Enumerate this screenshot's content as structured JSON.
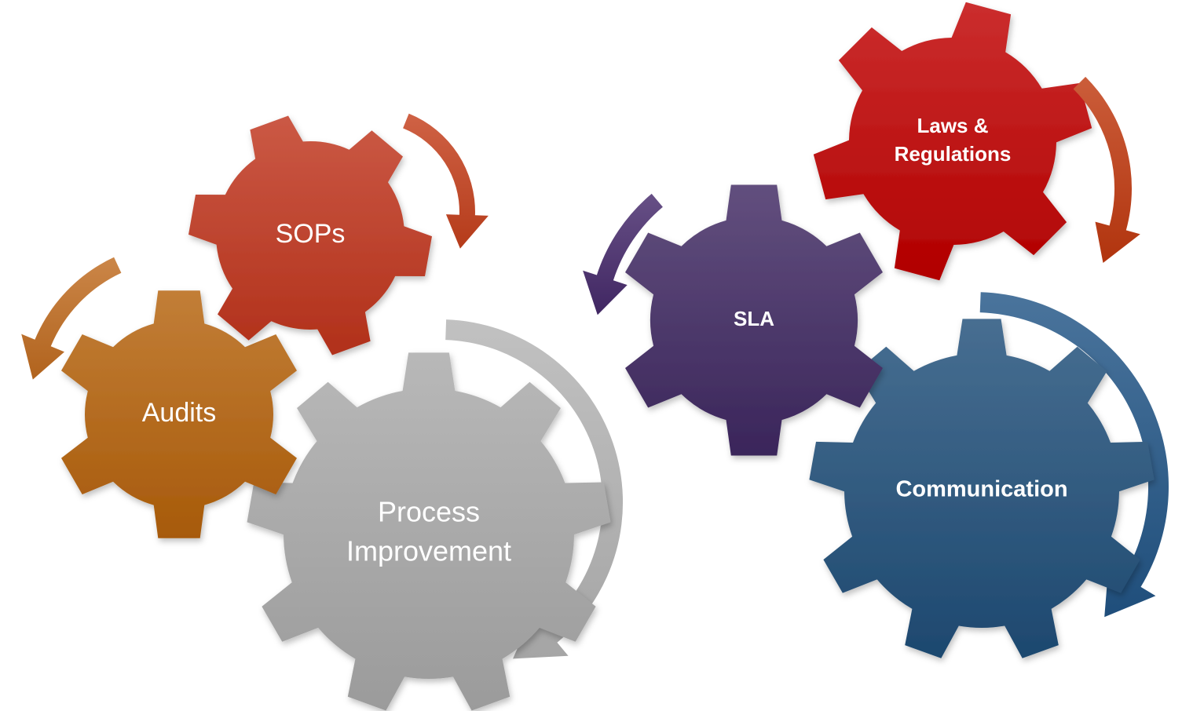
{
  "diagram": {
    "gears": [
      {
        "id": "sops",
        "lines": [
          "SOPs"
        ],
        "color": "#c0341c",
        "weight": "normal"
      },
      {
        "id": "audits",
        "lines": [
          "Audits"
        ],
        "color": "#b5620b",
        "weight": "normal"
      },
      {
        "id": "process",
        "lines": [
          "Process",
          "Improvement"
        ],
        "color": "#a8a8a8",
        "weight": "normal"
      },
      {
        "id": "sla",
        "lines": [
          "SLA"
        ],
        "color": "#3f2862",
        "weight": "bold"
      },
      {
        "id": "laws",
        "lines": [
          "Laws &",
          "Regulations"
        ],
        "color": "#c00000",
        "weight": "bold"
      },
      {
        "id": "communication",
        "lines": [
          "Communication"
        ],
        "color": "#1f4e79",
        "weight": "bold"
      }
    ],
    "arrows": [
      {
        "id": "sops-arrow",
        "color": "#c5401c"
      },
      {
        "id": "audits-arrow",
        "color": "#c06c20"
      },
      {
        "id": "process-arrow",
        "color": "#b3b3b3"
      },
      {
        "id": "sla-arrow",
        "color": "#46296b"
      },
      {
        "id": "laws-arrow",
        "color": "#c0390f"
      },
      {
        "id": "communication-arrow",
        "color": "#225586"
      }
    ]
  }
}
